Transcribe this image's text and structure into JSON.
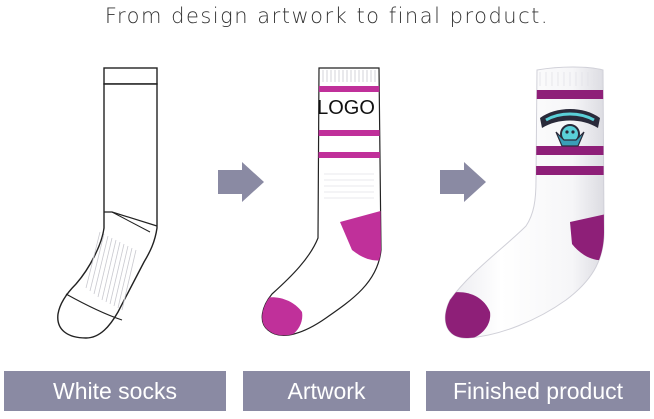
{
  "headline": "From design artwork to final product.",
  "logo_text": "LOGO",
  "labels": {
    "white_socks": "White socks",
    "artwork": "Artwork",
    "finished_product": "Finished product"
  },
  "colors": {
    "accent_magenta": "#c0309a",
    "finished_purple": "#8e1f78",
    "arrow": "#8a8aa3",
    "label_bg": "#8a8aa3"
  },
  "icons": {
    "arrow_1": "arrow-right-icon",
    "arrow_2": "arrow-right-icon"
  }
}
